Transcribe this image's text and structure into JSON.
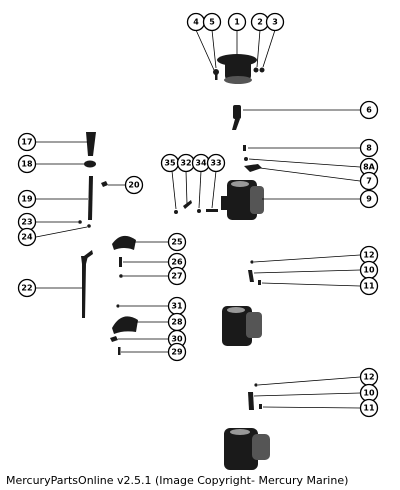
{
  "callouts": {
    "c1": "1",
    "c2": "2",
    "c3": "3",
    "c4": "4",
    "c5": "5",
    "c6": "6",
    "c7": "7",
    "c8": "8",
    "c8a": "8A",
    "c9": "9",
    "c10a": "10",
    "c11a": "11",
    "c12a": "12",
    "c10b": "10",
    "c11b": "11",
    "c12b": "12",
    "c17": "17",
    "c18": "18",
    "c19": "19",
    "c20": "20",
    "c22": "22",
    "c23": "23",
    "c24": "24",
    "c25": "25",
    "c26": "26",
    "c27": "27",
    "c28": "28",
    "c29": "29",
    "c30": "30",
    "c31": "31",
    "c32": "32",
    "c33": "33",
    "c34": "34",
    "c35": "35"
  },
  "footer": {
    "copyright": "MercuryPartsOnline v2.5.1 (Image Copyright- Mercury Marine)"
  }
}
